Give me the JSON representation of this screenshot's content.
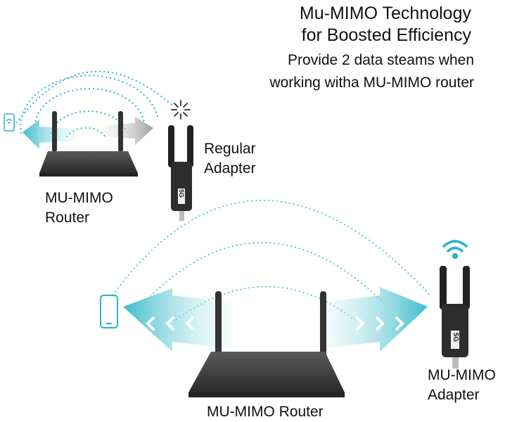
{
  "header": {
    "title_line1": "Mu-MIMO Technology",
    "title_line2": "for Boosted Efficiency",
    "subtitle_line1": "Provide 2 data steams when",
    "subtitle_line2": "working witha MU-MIMO router"
  },
  "labels": {
    "router_top_line1": "MU-MIMO",
    "router_top_line2": "Router",
    "regular_adapter_line1": "Regular",
    "regular_adapter_line2": "Adapter",
    "router_bottom": "MU-MIMO Router",
    "mu_adapter_line1": "MU-MIMO",
    "mu_adapter_line2": "Adapter"
  },
  "adapter_badge": "5G",
  "colors": {
    "signal_teal": "#2cb3c4",
    "beam_teal": "#4bc3cf",
    "beam_gray": "#a9a9a9",
    "device_dark": "#2d2d2d"
  },
  "icons": [
    "wifi-icon",
    "phone-icon",
    "wifi-signal-icon",
    "no-signal-icon"
  ]
}
